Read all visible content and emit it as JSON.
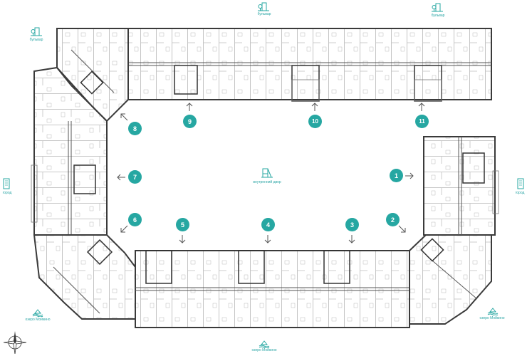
{
  "labels": {
    "boulevard": "бульвар",
    "city": "город",
    "lake": "озеро Мойкино",
    "courtyard": "внутренний двор"
  },
  "sections": [
    {
      "number": "1",
      "arrow": "right"
    },
    {
      "number": "2",
      "arrow": "down-right"
    },
    {
      "number": "3",
      "arrow": "down"
    },
    {
      "number": "4",
      "arrow": "down"
    },
    {
      "number": "5",
      "arrow": "down"
    },
    {
      "number": "6",
      "arrow": "down-left"
    },
    {
      "number": "7",
      "arrow": "left"
    },
    {
      "number": "8",
      "arrow": "up-left"
    },
    {
      "number": "9",
      "arrow": "up"
    },
    {
      "number": "10",
      "arrow": "up"
    },
    {
      "number": "11",
      "arrow": "up"
    }
  ],
  "colors": {
    "accent": "#26a7a2",
    "wall": "#3a3a3a",
    "label": "#2aa5a5"
  },
  "icons": {
    "boulevard": "tree-building-icon",
    "city": "city-building-icon",
    "lake": "lake-icon",
    "courtyard": "playground-icon",
    "compass": "compass-rose-icon"
  }
}
